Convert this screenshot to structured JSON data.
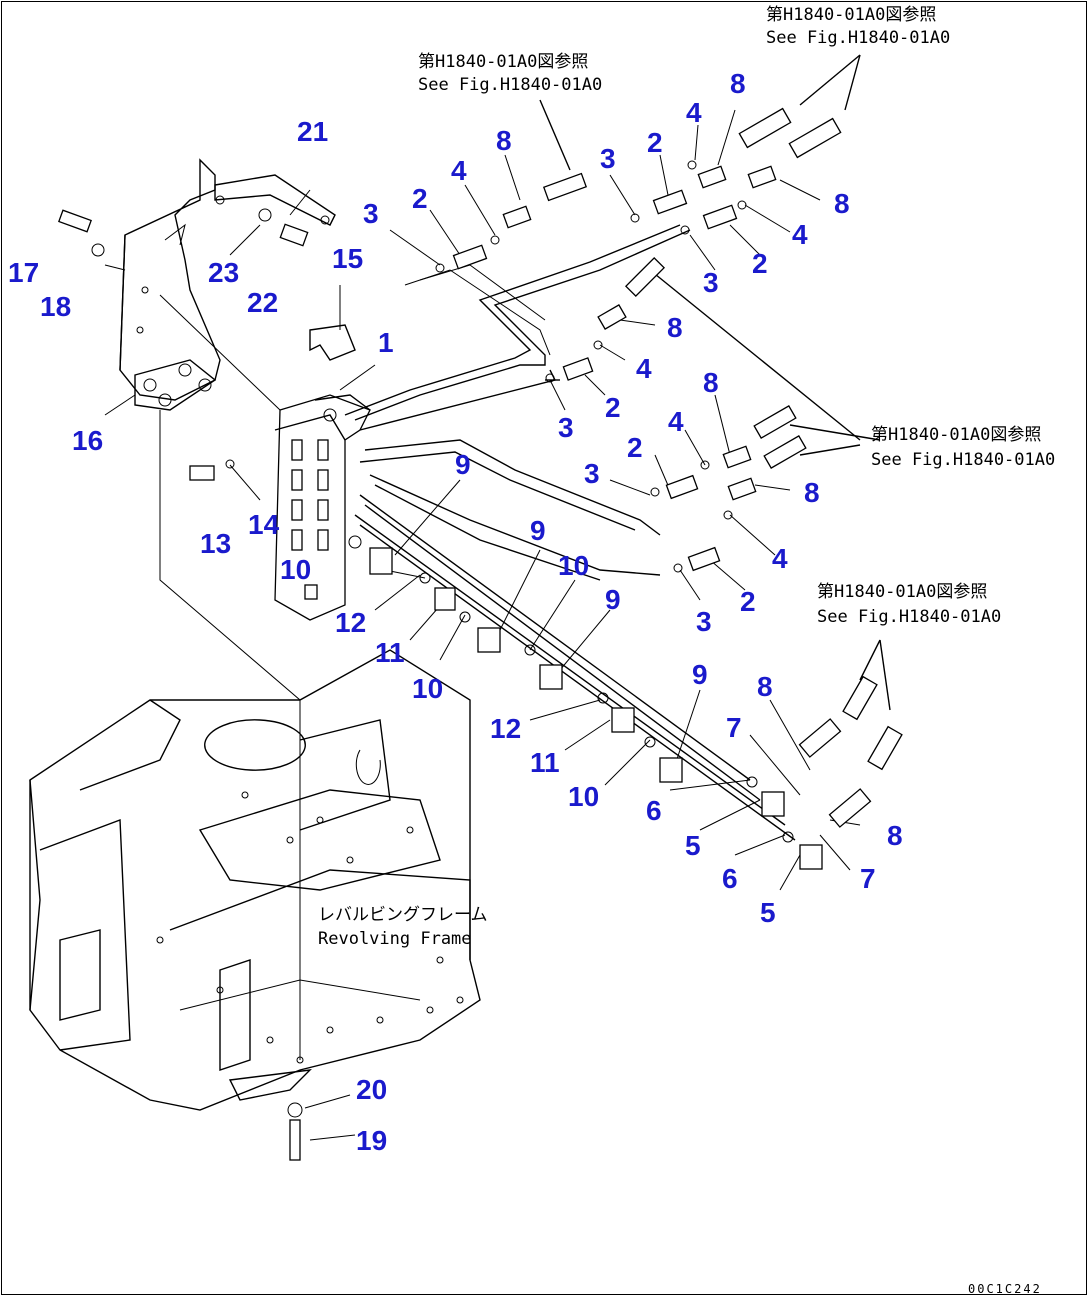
{
  "labels": {
    "n1": "1",
    "n2": "2",
    "n3": "3",
    "n4": "4",
    "n5": "5",
    "n6": "6",
    "n7": "7",
    "n8": "8",
    "n9": "9",
    "n10": "10",
    "n11": "11",
    "n12": "12",
    "n13": "13",
    "n14": "14",
    "n15": "15",
    "n16": "16",
    "n17": "17",
    "n18": "18",
    "n19": "19",
    "n20": "20",
    "n21": "21",
    "n22": "22",
    "n23": "23"
  },
  "notes": {
    "ref_top_right_jp": "第H1840-01A0図参照",
    "ref_top_right_en": "See Fig.H1840-01A0",
    "ref_top_center_jp": "第H1840-01A0図参照",
    "ref_top_center_en": "See Fig.H1840-01A0",
    "ref_mid_right_jp": "第H1840-01A0図参照",
    "ref_mid_right_en": "See Fig.H1840-01A0",
    "ref_bottom_right_jp": "第H1840-01A0図参照",
    "ref_bottom_right_en": "See Fig.H1840-01A0",
    "frame_jp": "レバルビングフレーム",
    "frame_en": "Revolving Frame"
  },
  "drawing_code": "00C1C242",
  "colors": {
    "label": "#1a1acc",
    "line": "#000000",
    "background": "#ffffff"
  }
}
